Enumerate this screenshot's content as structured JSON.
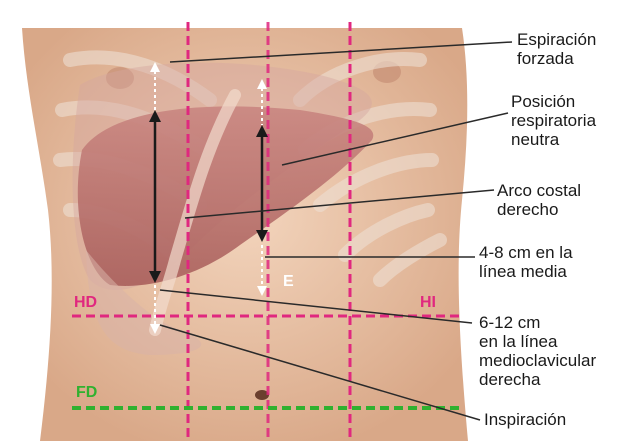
{
  "labels": {
    "espiracion_forzada": "Espiración\nforzada",
    "posicion_respiratoria": "Posición\nrespiratoria\nneutra",
    "arco_costal": "Arco costal\nderecho",
    "cm_linea_media": "4-8 cm en la\nlínea media",
    "cm_medioclavicular": "6-12 cm\nen la línea\nmedioclavicular\nderecha",
    "inspiracion": "Inspiración"
  },
  "zones": {
    "hd": "HD",
    "hi": "HI",
    "fd": "FD",
    "e": "E"
  },
  "colors": {
    "skin": "#e9c4a6",
    "liver": "#b86a66",
    "magenta_line": "#e0287f",
    "green_line": "#2fb12f",
    "zone_label_magenta": "#e0287f",
    "zone_label_green": "#2fb12f"
  }
}
